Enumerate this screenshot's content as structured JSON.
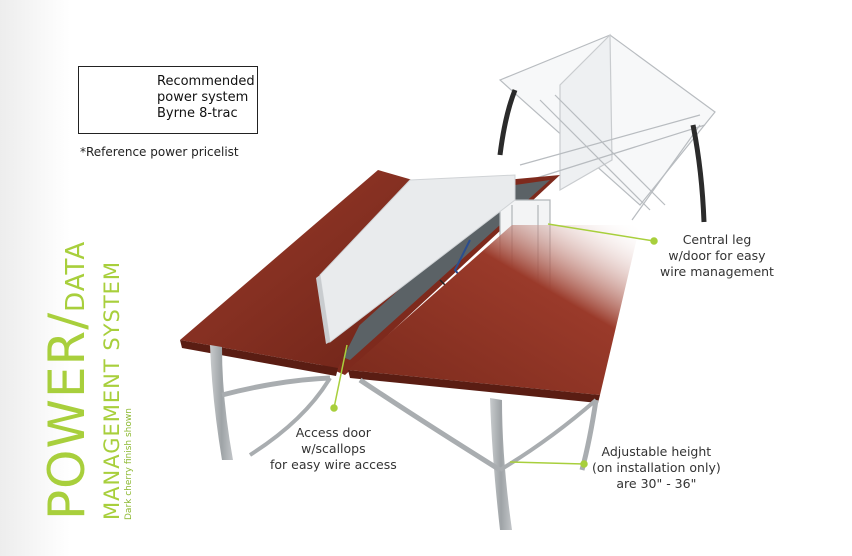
{
  "reference": {
    "lines": [
      "Recommended",
      "power system",
      "Byrne 8-trac"
    ],
    "note": "*Reference power pricelist"
  },
  "heading": {
    "title_main": "POWER",
    "title_slash": "/",
    "title_data": "DATA",
    "subtitle": "MANAGEMENT SYSTEM",
    "finish": "Dark cherry finish shown"
  },
  "callouts": {
    "central_leg": [
      "Central leg",
      "w/door for easy",
      "wire management"
    ],
    "access_door": [
      "Access door",
      "w/scallops",
      "for easy wire access"
    ],
    "adjustable": [
      "Adjustable height",
      "(on installation only)",
      "are 30\" - 36\""
    ]
  },
  "colors": {
    "accent_green": "#a8cf3c",
    "wood": "#8a2f22",
    "leg_gray": "#a9adb0"
  }
}
